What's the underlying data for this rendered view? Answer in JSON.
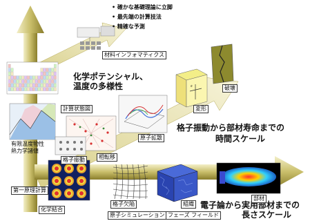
{
  "bullets": [
    "確かな基礎理論に立脚",
    "最先端の計算技法",
    "精確な予測"
  ],
  "headings": {
    "chem_potential": "化学ポテンシャル、",
    "temp_diversity": "温度の多様性",
    "time_scale_line1": "格子振動から部材寿命までの",
    "time_scale_line2": "時間スケール",
    "length_scale_line1": "電子論から実用部材までの",
    "length_scale_line2": "長さスケール"
  },
  "labels": {
    "materials_informatics": "材料インフォマティクス",
    "breakage": "破壊",
    "deformation": "変形",
    "phase_diagram_calc": "計算状態図",
    "finite_temp": "有限温度物性",
    "thermo_funcs": "熱力学諸値",
    "atomic_diffusion": "原子拡散",
    "phase_transition": "相転移",
    "lattice_vibration": "格子振動",
    "first_principles": "第一原理計算",
    "chemical_bond": "化学結合",
    "lattice_defect": "格子欠陥",
    "atomic_simulation": "原子シミュレーション",
    "microstructure": "組織",
    "phase_field": "フェーズ フィールド",
    "component": "部材"
  },
  "colors": {
    "arrow_fill": "#c9be6a",
    "arrow_dark": "#8a7e2c",
    "arrow_light": "#f3efc8"
  }
}
